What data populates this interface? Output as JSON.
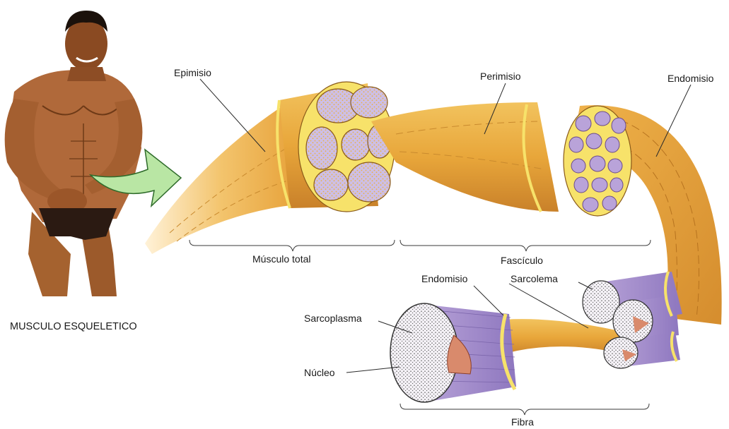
{
  "title": "MUSCULO ESQUELETICO",
  "labels": {
    "epimisio": "Epimisio",
    "perimisio": "Perimisio",
    "endomisio_top": "Endomisio",
    "musculo_total": "Músculo total",
    "fasciculo": "Fascículo",
    "endomisio_bottom": "Endomisio",
    "sarcolema": "Sarcolema",
    "sarcoplasma": "Sarcoplasma",
    "nucleo": "Núcleo",
    "fibra": "Fibra"
  },
  "colors": {
    "muscle_orange": "#e8a63a",
    "muscle_light": "#f5c96a",
    "connective_yellow": "#f7e26a",
    "fascicle_purple": "#b9a3d9",
    "fiber_purple": "#9d87c9",
    "nucleus": "#d98a6c",
    "skin": "#a8653a",
    "arrow_green": "#b9e6a4"
  }
}
